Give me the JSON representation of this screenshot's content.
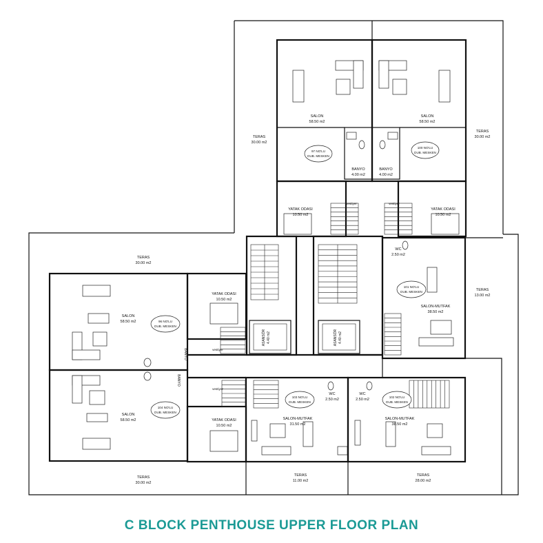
{
  "title": "C BLOCK PENTHOUSE UPPER FLOOR PLAN",
  "colors": {
    "title": "#1b9a95",
    "lines": "#111111",
    "background": "#ffffff"
  },
  "rooms": [
    {
      "id": "r1",
      "name": "TERAS",
      "area": "30.00 m2"
    },
    {
      "id": "r2",
      "name": "TERAS",
      "area": "30.00 m2"
    },
    {
      "id": "r3",
      "name": "TERAS",
      "area": "30.00 m2"
    },
    {
      "id": "r4",
      "name": "TERAS",
      "area": "13.00 m2"
    },
    {
      "id": "r5",
      "name": "TERAS",
      "area": "30.00 m2"
    },
    {
      "id": "r6",
      "name": "TERAS",
      "area": "11.00 m2"
    },
    {
      "id": "r7",
      "name": "TERAS",
      "area": "28.00 m2"
    },
    {
      "id": "r8",
      "name": "SALON",
      "area": "58.50 m2"
    },
    {
      "id": "r9",
      "name": "SALON",
      "area": "58.50 m2"
    },
    {
      "id": "r10",
      "name": "SALON",
      "area": "58.50 m2"
    },
    {
      "id": "r11",
      "name": "SALON",
      "area": "58.50 m2"
    },
    {
      "id": "r12",
      "name": "BANYO",
      "area": "4.00 m2"
    },
    {
      "id": "r13",
      "name": "BANYO",
      "area": "4.00 m2"
    },
    {
      "id": "r14",
      "name": "YATAK ODASI",
      "area": "10.50 m2"
    },
    {
      "id": "r15",
      "name": "YATAK ODASI",
      "area": "10.50 m2"
    },
    {
      "id": "r16",
      "name": "YATAK ODASI",
      "area": "10.50 m2"
    },
    {
      "id": "r17",
      "name": "YATAK ODASI",
      "area": "10.50 m2"
    },
    {
      "id": "r18",
      "name": "WC",
      "area": "2.50 m2"
    },
    {
      "id": "r19",
      "name": "WC",
      "area": "2.50 m2"
    },
    {
      "id": "r20",
      "name": "WC",
      "area": "2.50 m2"
    },
    {
      "id": "r21",
      "name": "SALON-MUTFAK",
      "area": "38.50 m2"
    },
    {
      "id": "r22",
      "name": "SALON-MUTFAK",
      "area": "31.50 m2"
    },
    {
      "id": "r23",
      "name": "SALON-MUTFAK",
      "area": "38.50 m2"
    },
    {
      "id": "r24",
      "name": "ASANSÖR",
      "area": "4.40 m2"
    },
    {
      "id": "r25",
      "name": "ASANSÖR",
      "area": "4.40 m2"
    }
  ],
  "units": [
    {
      "id": "u97",
      "line1": "97 NO'LU",
      "line2": "DUB. MESKEN"
    },
    {
      "id": "u100",
      "line1": "100 NO'LU",
      "line2": "DUB. MESKEN"
    },
    {
      "id": "u96",
      "line1": "96 NO'LU",
      "line2": "DUB. MESKEN"
    },
    {
      "id": "u101",
      "line1": "101 NO'LU",
      "line2": "DUB. MESKEN"
    },
    {
      "id": "u104",
      "line1": "104 NO'LU",
      "line2": "DUB. MESKEN"
    },
    {
      "id": "u103",
      "line1": "103 NO'LU",
      "line2": "DUB. MESKEN"
    },
    {
      "id": "u102",
      "line1": "102 NO'LU",
      "line2": "DUB. MESKEN"
    }
  ],
  "small_labels": {
    "vestiyer": "vestiyer",
    "banyo": "BANYO"
  }
}
